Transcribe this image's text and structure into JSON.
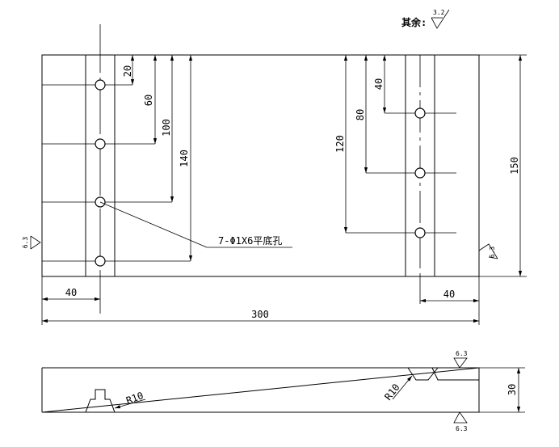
{
  "roughness": {
    "other_label": "其余:",
    "other_value": "3.2",
    "left_face": "6.3",
    "right_face": "6.3",
    "side_top": "6.3",
    "side_bottom": "6.3"
  },
  "dimensions": {
    "left_holes": [
      "20",
      "60",
      "100",
      "140"
    ],
    "right_holes": [
      "40",
      "80",
      "120"
    ],
    "height": "150",
    "width": "300",
    "left_offset": "40",
    "right_offset": "40",
    "thickness": "30"
  },
  "callouts": {
    "holes": "7-Φ1X6平底孔",
    "radius_left": "R10",
    "radius_right": "R10"
  }
}
